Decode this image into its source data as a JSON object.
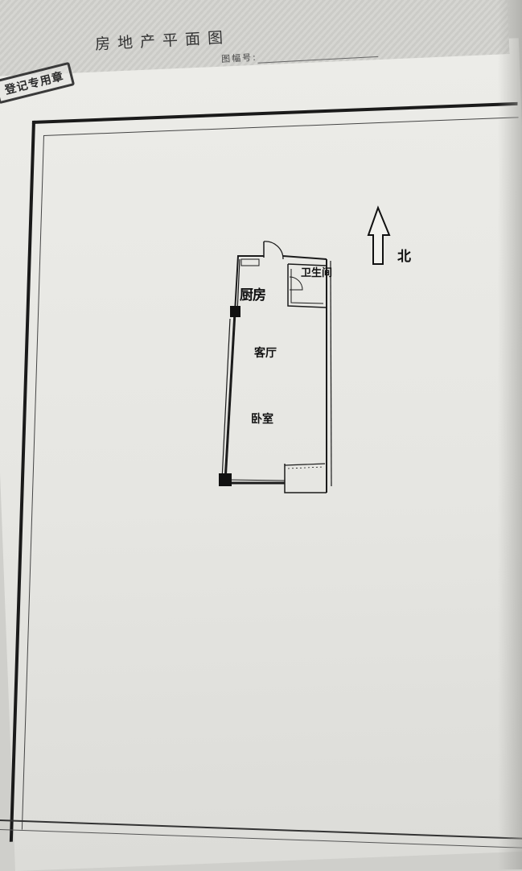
{
  "header": {
    "title": "房地产平面图",
    "sheet_no_label": "图幅号:"
  },
  "stamp": {
    "text": "登记专用章"
  },
  "plan": {
    "rooms": {
      "kitchen": "厨房",
      "bathroom": "卫生间",
      "living_room": "客厅",
      "bedroom": "卧室"
    },
    "compass": {
      "label": "北"
    }
  },
  "colors": {
    "line": "#1a1a1a",
    "paper": "#e8e8e4"
  }
}
